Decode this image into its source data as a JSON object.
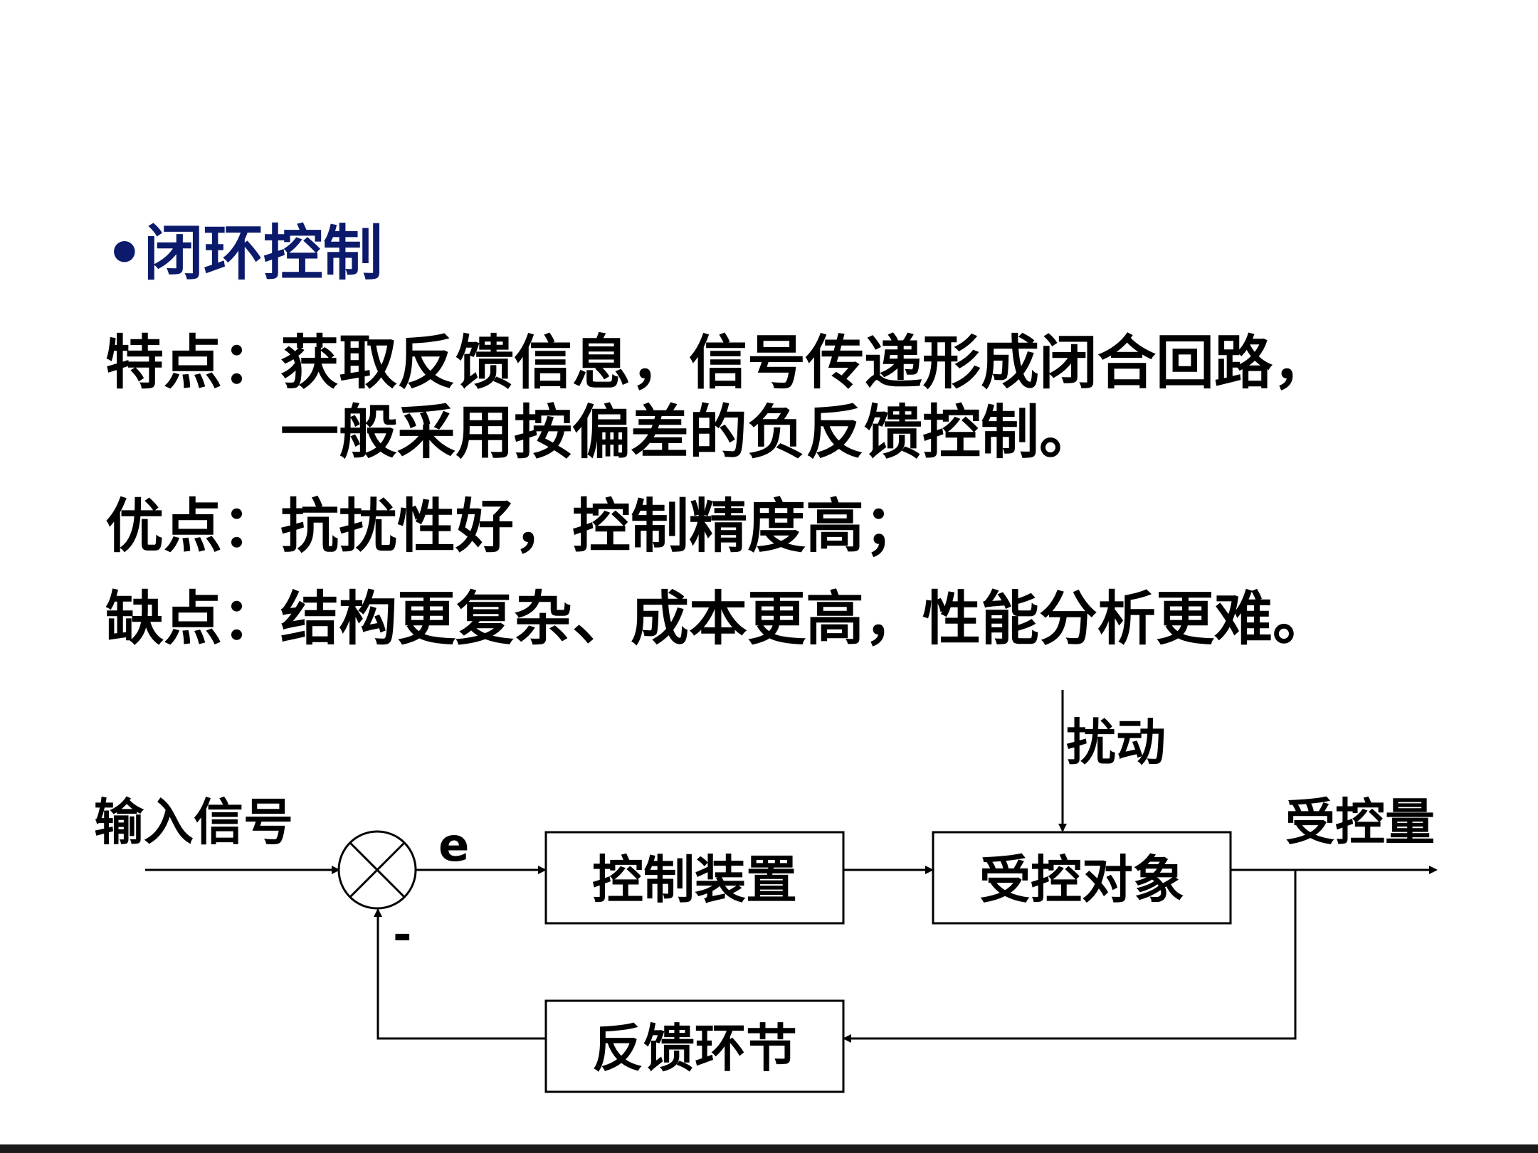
{
  "slide": {
    "title": "•闭环控制",
    "features": {
      "label": "特点：",
      "line1": "获取反馈信息，信号传递形成闭合回路，",
      "line2": "一般采用按偏差的负反馈控制。"
    },
    "pros": {
      "label": "优点：",
      "text": "抗扰性好，控制精度高；"
    },
    "cons": {
      "label": "缺点：",
      "text": "结构更复杂、成本更高，性能分析更难。"
    }
  },
  "diagram": {
    "input_label": "输入信号",
    "error_label": "e",
    "minus_label": "-",
    "disturbance_label": "扰动",
    "output_label": "受控量",
    "blocks": {
      "controller": "控制装置",
      "plant": "受控对象",
      "feedback": "反馈环节"
    },
    "colors": {
      "title": "#0b1a6b",
      "line": "#000000"
    }
  }
}
